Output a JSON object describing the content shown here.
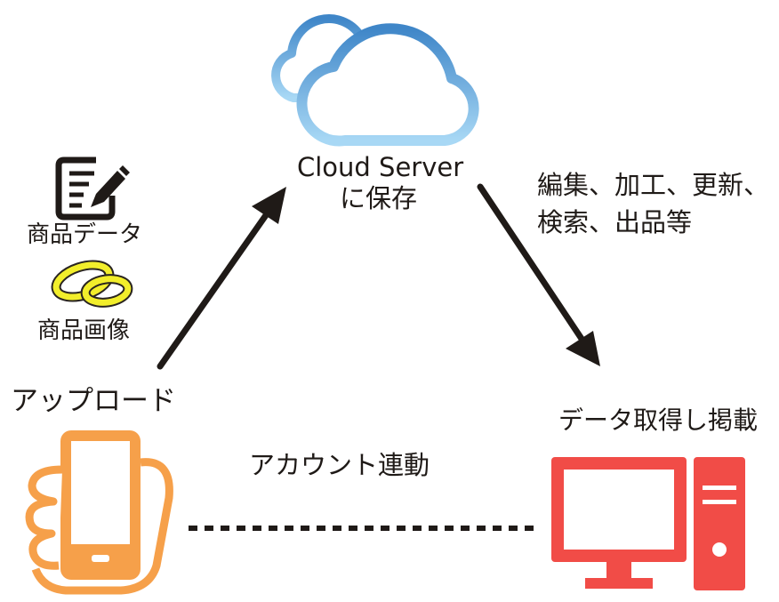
{
  "cloud": {
    "line1": "Cloud Server",
    "line2": "に保存"
  },
  "processing": {
    "line1": "編集、加工、更新、",
    "line2": "検索、出品等"
  },
  "upload_items": {
    "product_data": "商品データ",
    "product_image": "商品画像"
  },
  "upload": {
    "label": "アップロード"
  },
  "account_link": {
    "label": "アカウント連動"
  },
  "fetch_publish": {
    "label": "データ取得し掲載"
  },
  "colors": {
    "cloud_top": "#3f86c8",
    "cloud_bottom": "#a8d8f5",
    "phone": "#f6a04a",
    "computer": "#f14c47",
    "ring": "#f2ee2b",
    "arrow": "#1f1a17"
  }
}
